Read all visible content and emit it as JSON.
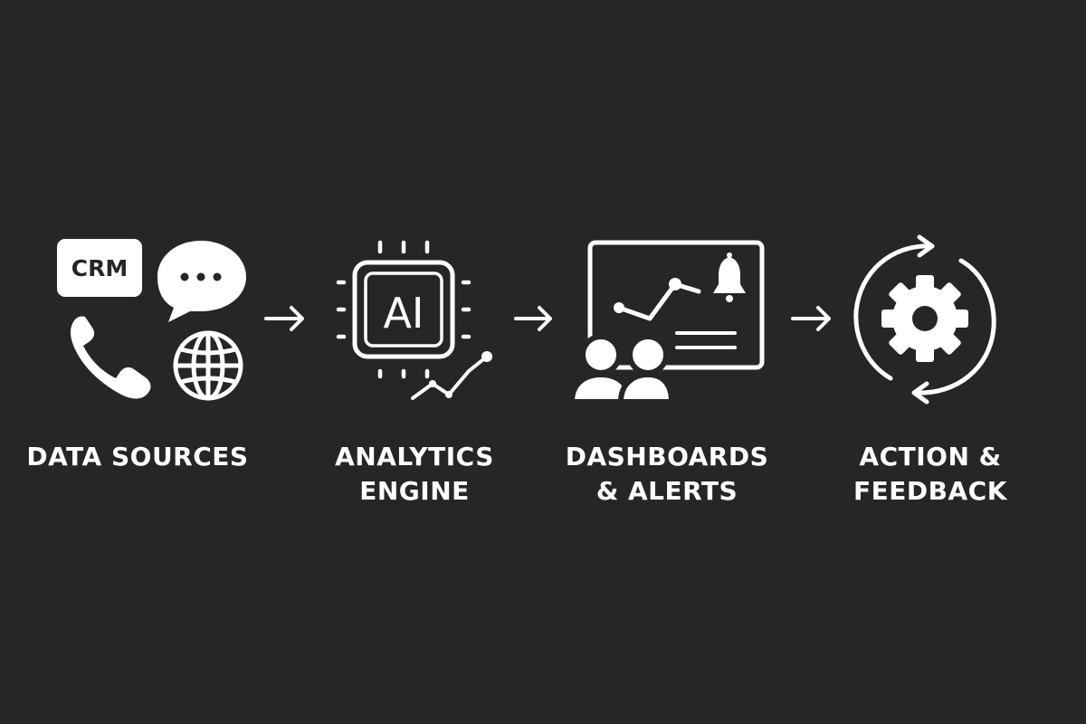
{
  "diagram": {
    "background": "#262626",
    "foreground": "#ffffff",
    "stages": [
      {
        "id": "data-sources",
        "label_lines": [
          "DATA SOURCES"
        ],
        "icons": [
          "crm-icon",
          "chat-bubble-icon",
          "phone-icon",
          "globe-icon"
        ],
        "badge_text": "CRM"
      },
      {
        "id": "analytics-engine",
        "label_lines": [
          "ANALYTICS",
          "ENGINE"
        ],
        "icons": [
          "ai-chip-icon",
          "trend-line-icon"
        ],
        "badge_text": "AI"
      },
      {
        "id": "dashboards-alerts",
        "label_lines": [
          "DASHBOARDS",
          "& ALERTS"
        ],
        "icons": [
          "dashboard-screen-icon",
          "bell-icon",
          "users-icon"
        ]
      },
      {
        "id": "action-feedback",
        "label_lines": [
          "ACTION &",
          "FEEDBACK"
        ],
        "icons": [
          "gear-icon",
          "refresh-cycle-icon"
        ]
      }
    ],
    "connectors": [
      "arrow-right-icon",
      "arrow-right-icon",
      "arrow-right-icon"
    ]
  }
}
